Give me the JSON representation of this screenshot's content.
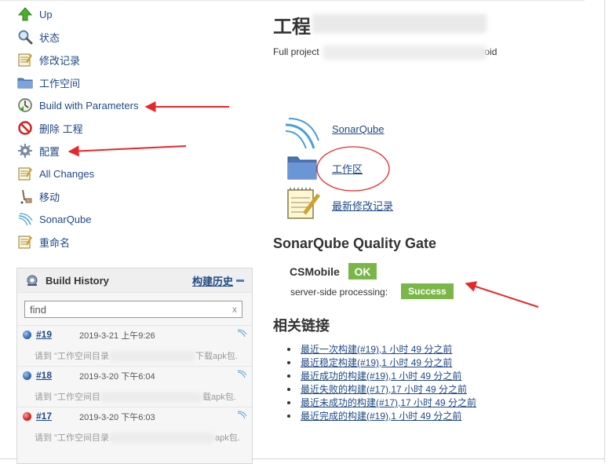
{
  "sidebar": {
    "items": [
      {
        "label": "Up",
        "icon": "up-arrow-icon"
      },
      {
        "label": "状态",
        "icon": "magnifier-icon"
      },
      {
        "label": "修改记录",
        "icon": "notepad-icon"
      },
      {
        "label": "工作空间",
        "icon": "folder-icon"
      },
      {
        "label": "Build with Parameters",
        "icon": "clock-icon"
      },
      {
        "label": "删除 工程",
        "icon": "no-entry-icon"
      },
      {
        "label": "配置",
        "icon": "gear-icon"
      },
      {
        "label": "All Changes",
        "icon": "notepad-icon"
      },
      {
        "label": "移动",
        "icon": "mover-icon"
      },
      {
        "label": "SonarQube",
        "icon": "sonarqube-icon"
      },
      {
        "label": "重命名",
        "icon": "notepad-icon"
      }
    ]
  },
  "build_history": {
    "title": "Build History",
    "trend_link": "构建历史",
    "search_placeholder": "find",
    "clear_label": "x",
    "builds": [
      {
        "number": "#19",
        "date": "2019-3-21 上午9:26",
        "desc_prefix": "请到 \"工作空间目录",
        "desc_suffix": "下载apk包.",
        "status_color": "#3a6fb5"
      },
      {
        "number": "#18",
        "date": "2019-3-20 下午6:04",
        "desc_prefix": "请到 \"工作空间目",
        "desc_suffix": "载apk包.",
        "status_color": "#3a6fb5"
      },
      {
        "number": "#17",
        "date": "2019-3-20 下午6:03",
        "desc_prefix": "请到 \"工作空间目录",
        "desc_suffix": "apk包.",
        "status_color": "#d42a2a"
      }
    ]
  },
  "main": {
    "title": "工程",
    "full_project_label": "Full project",
    "full_project_tail": "roid",
    "links": {
      "sonarqube": "SonarQube",
      "workspace": "工作区",
      "recent_changes": "最新修改记录"
    },
    "quality_gate": {
      "heading": "SonarQube Quality Gate",
      "project": "CSMobile",
      "status": "OK",
      "processing_label": "server-side processing:",
      "processing_status": "Success",
      "ok_color": "#7ab648"
    },
    "related": {
      "heading": "相关链接",
      "items": [
        "最近一次构建(#19),1 小时 49 分之前",
        "最近稳定构建(#19),1 小时 49 分之前",
        "最近成功的构建(#19),1 小时 49 分之前",
        "最近失败的构建(#17),17 小时 49 分之前",
        "最近未成功的构建(#17),17 小时 49 分之前",
        "最近完成的构建(#19),1 小时 49 分之前"
      ]
    }
  },
  "colors": {
    "link": "#204a87",
    "annotation_red": "#e8262a"
  }
}
